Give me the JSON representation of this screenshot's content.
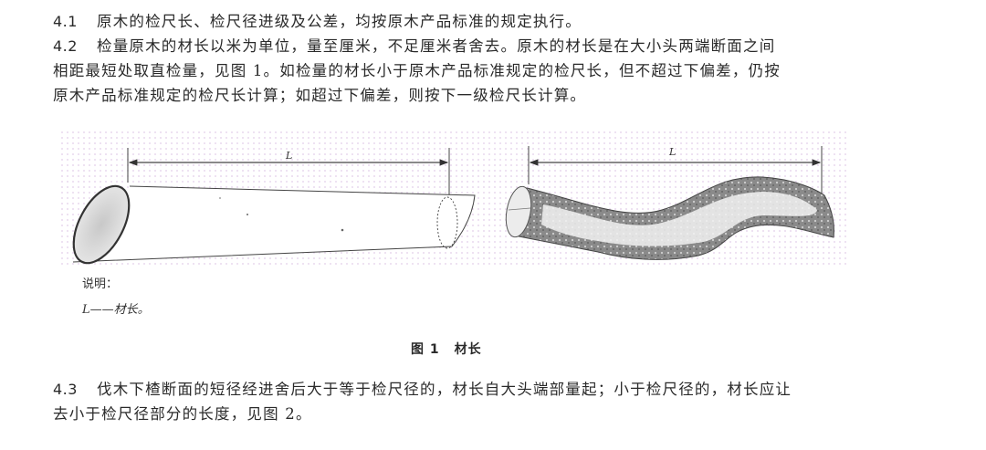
{
  "sections": [
    {
      "number": "4.1",
      "lines": [
        "原木的检尺长、检尺径进级及公差，均按原木产品标准的规定执行。"
      ]
    },
    {
      "number": "4.2",
      "lines": [
        "检量原木的材长以米为单位，量至厘米，不足厘米者舍去。原木的材长是在大小头两端断面之间",
        "相距最短处取直检量，见图 1。如检量的材长小于原木产品标准规定的检尺长，但不超过下偏差，仍按",
        "原木产品标准规定的检尺长计算；如超过下偏差，则按下一级检尺长计算。"
      ]
    },
    {
      "number": "4.3",
      "lines": [
        "伐木下楂断面的短径经进舍后大于等于检尺径的，材长自大头端部量起；小于检尺径的，材长应让",
        "去小于检尺径部分的长度，见图 2。"
      ]
    }
  ],
  "figure": {
    "left_log": {
      "dimension_label": "L",
      "type": "straight-log"
    },
    "right_log": {
      "dimension_label": "L",
      "type": "curved-log"
    },
    "legend_title": "说明：",
    "legend_item": "L——材长。",
    "caption_number": "图 1",
    "caption_title": "材长"
  }
}
